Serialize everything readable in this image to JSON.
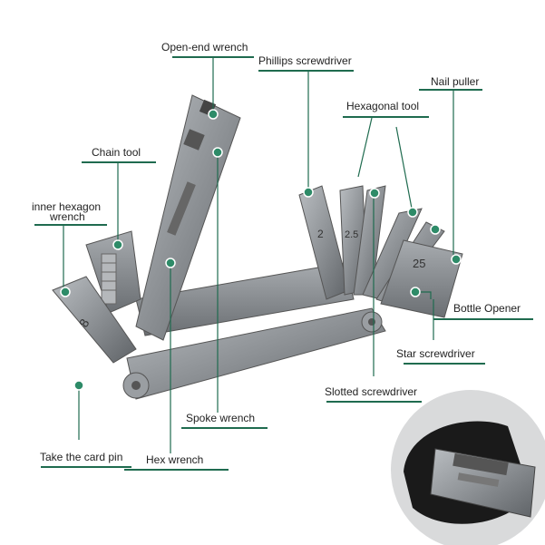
{
  "colors": {
    "accent": "#1f6b4f",
    "dot": "#2e8b68",
    "metal": "#8a8e92"
  },
  "labels": {
    "open_end_wrench": "Open-end wrench",
    "phillips_screwdriver": "Phillips screwdriver",
    "nail_puller": "Nail puller",
    "hexagonal_tool": "Hexagonal tool",
    "chain_tool": "Chain tool",
    "inner_hexagon_wrench_line1": "inner hexagon",
    "inner_hexagon_wrench_line2": "wrench",
    "bottle_opener": "Bottle Opener",
    "star_screwdriver": "Star screwdriver",
    "slotted_screwdriver": "Slotted screwdriver",
    "spoke_wrench": "Spoke wrench",
    "take_the_card_pin": "Take the card pin",
    "hex_wrench": "Hex wrench"
  },
  "tool_markings": {
    "hex_2": "2",
    "hex_25": "2.5",
    "hex_25_plate": "25",
    "hex_8": "8"
  }
}
